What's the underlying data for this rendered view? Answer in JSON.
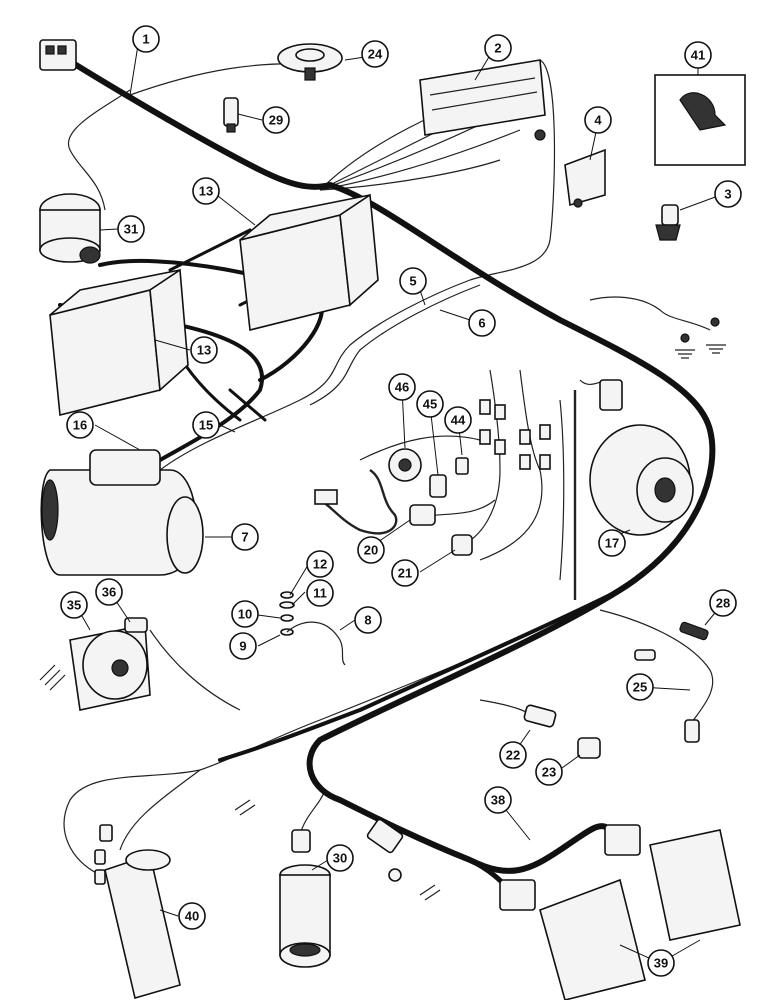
{
  "callouts": [
    {
      "id": "1",
      "label": "1"
    },
    {
      "id": "2",
      "label": "2"
    },
    {
      "id": "3",
      "label": "3"
    },
    {
      "id": "4",
      "label": "4"
    },
    {
      "id": "5",
      "label": "5"
    },
    {
      "id": "6",
      "label": "6"
    },
    {
      "id": "7",
      "label": "7"
    },
    {
      "id": "8",
      "label": "8"
    },
    {
      "id": "9",
      "label": "9"
    },
    {
      "id": "10",
      "label": "10"
    },
    {
      "id": "11",
      "label": "11"
    },
    {
      "id": "12",
      "label": "12"
    },
    {
      "id": "13a",
      "label": "13"
    },
    {
      "id": "13b",
      "label": "13"
    },
    {
      "id": "15",
      "label": "15"
    },
    {
      "id": "16",
      "label": "16"
    },
    {
      "id": "17",
      "label": "17"
    },
    {
      "id": "20",
      "label": "20"
    },
    {
      "id": "21",
      "label": "21"
    },
    {
      "id": "22",
      "label": "22"
    },
    {
      "id": "23",
      "label": "23"
    },
    {
      "id": "24",
      "label": "24"
    },
    {
      "id": "25",
      "label": "25"
    },
    {
      "id": "28",
      "label": "28"
    },
    {
      "id": "29",
      "label": "29"
    },
    {
      "id": "30",
      "label": "30"
    },
    {
      "id": "31",
      "label": "31"
    },
    {
      "id": "35",
      "label": "35"
    },
    {
      "id": "36",
      "label": "36"
    },
    {
      "id": "38",
      "label": "38"
    },
    {
      "id": "39",
      "label": "39"
    },
    {
      "id": "40",
      "label": "40"
    },
    {
      "id": "41",
      "label": "41"
    },
    {
      "id": "44",
      "label": "44"
    },
    {
      "id": "45",
      "label": "45"
    },
    {
      "id": "46",
      "label": "46"
    }
  ]
}
